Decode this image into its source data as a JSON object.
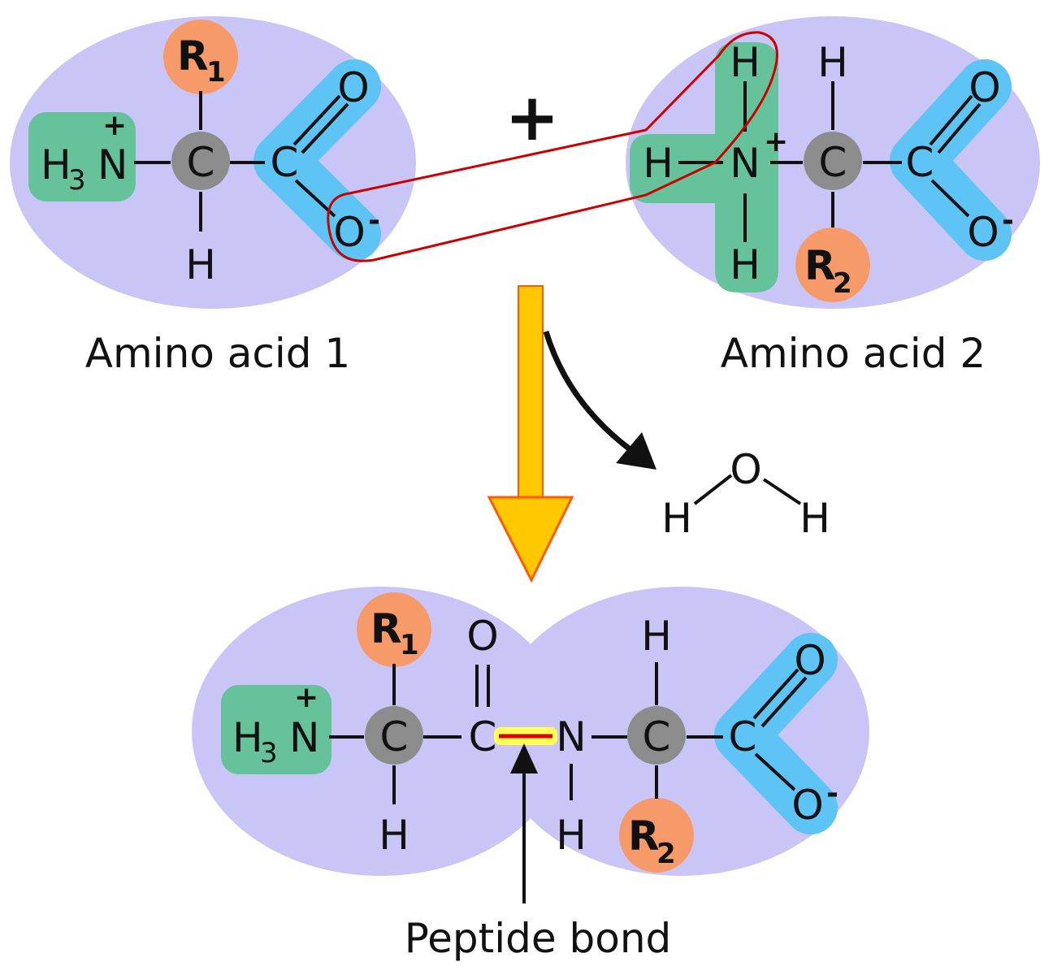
{
  "diagram": {
    "plus": "+",
    "labels": {
      "amino_acid_1": "Amino acid 1",
      "amino_acid_2": "Amino acid 2",
      "peptide_bond": "Peptide bond"
    },
    "atoms": {
      "carbon": "C",
      "nitrogen": "N",
      "oxygen": "O",
      "hydrogen": "H",
      "h3": "H",
      "three": "3",
      "plus_charge": "+",
      "minus_charge": "-",
      "r": "R",
      "one": "1",
      "two": "2"
    },
    "colors": {
      "molecule_bg": "#c9c6f7",
      "amino_group": "#66c29a",
      "carboxyl_group": "#5ec3f5",
      "r_group": "#f79a6a",
      "alpha_carbon": "#8c8c8c",
      "reaction_arrow": "#ffc800",
      "reaction_arrow_edge": "#ff5a00",
      "removed_atoms_outline": "#cc0000",
      "peptide_bond_highlight": "#ffff55",
      "peptide_bond_line": "#dd0000"
    },
    "icons": [
      "reaction-arrow-icon",
      "water-release-arrow-icon",
      "pointer-arrow-icon"
    ]
  }
}
